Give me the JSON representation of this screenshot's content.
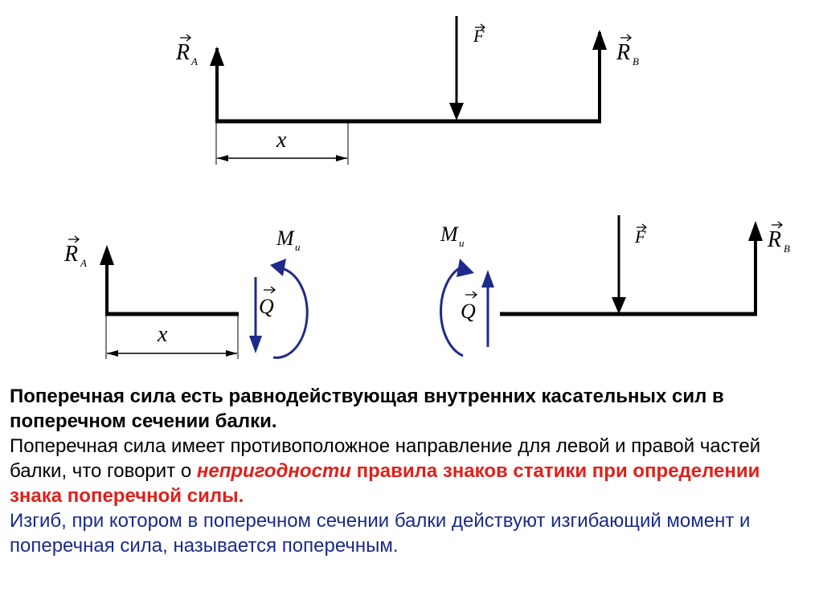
{
  "diagram": {
    "top": {
      "ra_letter": "R",
      "ra_sub": "A",
      "f_letter": "F",
      "rb_letter": "R",
      "rb_sub": "B",
      "x_label": "x"
    },
    "left_part": {
      "ra_letter": "R",
      "ra_sub": "A",
      "x_label": "x",
      "m_letter": "M",
      "m_sub": "и",
      "q_letter": "Q"
    },
    "right_part": {
      "m_letter": "M",
      "m_sub": "и",
      "q_letter": "Q",
      "f_letter": "F",
      "rb_letter": "R",
      "rb_sub": "B"
    },
    "colors": {
      "beam": "#000000",
      "internal": "#1f2a8a"
    }
  },
  "text": {
    "definition": "Поперечная сила есть равнодействующая внутренних касательных сил в поперечном сечении балки.",
    "sentence_start": "Поперечная сила имеет противоположное направление для левой и правой частей балки, что говорит о ",
    "emphasis_italic": "непригодности",
    "emphasis_rest": " правила знаков статики при определении знака поперечной силы.",
    "bending": "Изгиб, при котором в поперечном сечении балки действуют изгибающий момент и поперечная сила, называется поперечным."
  }
}
